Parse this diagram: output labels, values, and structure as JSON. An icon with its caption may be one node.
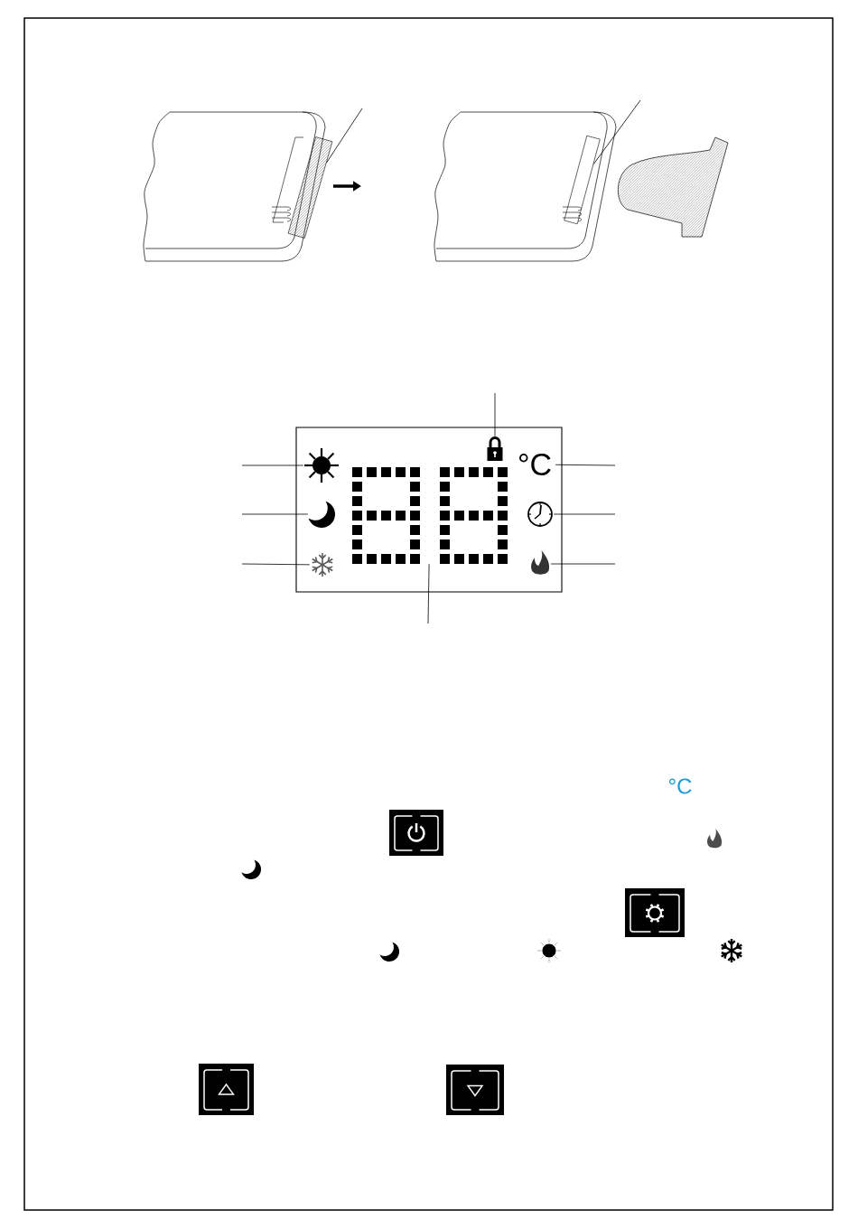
{
  "diagram": {
    "nodes": [
      {
        "text": [],
        "shape": "bar"
      },
      {
        "text": [],
        "shape": "box"
      },
      {
        "text": [],
        "shape": "box"
      },
      {
        "text": [],
        "shape": "picture",
        "in": 2
      },
      {
        "text": [],
        "shape": "picture",
        "in": 2
      },
      {
        "text": [
          "°C"
        ],
        "in": 2
      },
      {
        "text": [],
        "shape": "picture",
        "in": 2
      },
      {
        "text": [],
        "shape": "picture",
        "in": 2
      },
      {
        "text": [],
        "shape": "picture",
        "in": 2
      },
      {
        "text": [],
        "shape": "picture",
        "in": 2
      },
      {
        "text": [],
        "shape": "picture",
        "in": 2
      }
    ],
    "edges": [
      {
        "from": null,
        "to": 0,
        "arrow": "none"
      },
      {
        "from": null,
        "to": 1,
        "arrow": "none"
      },
      {
        "from": null,
        "to": 3,
        "arrow": "none"
      },
      {
        "from": null,
        "to": 4,
        "arrow": "none"
      },
      {
        "from": null,
        "to": 5,
        "arrow": "none"
      },
      {
        "from": null,
        "to": 6,
        "arrow": "none"
      },
      {
        "from": null,
        "to": 8,
        "arrow": "none"
      },
      {
        "from": null,
        "to": 9,
        "arrow": "none"
      },
      {
        "from": null,
        "to": 10,
        "arrow": "none"
      },
      {
        "from": null,
        "to": 7,
        "arrow": "none"
      }
    ],
    "labels": [
      "°C"
    ]
  }
}
